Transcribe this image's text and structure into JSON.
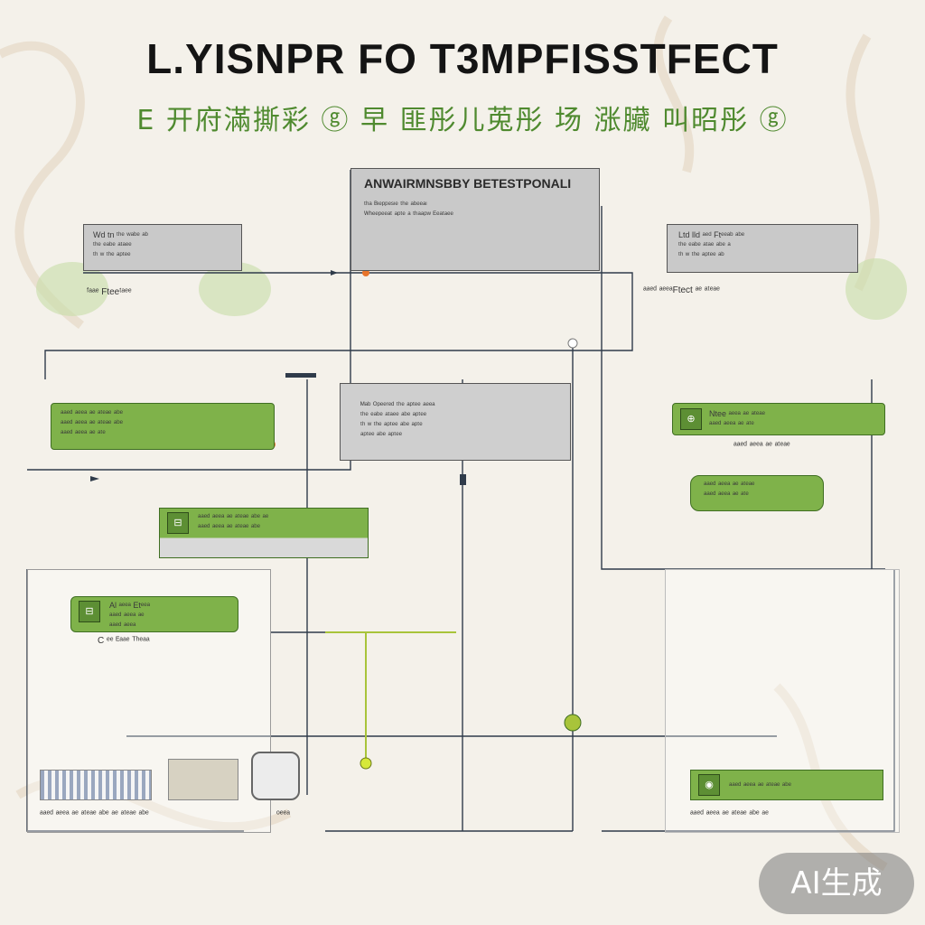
{
  "title": "L.YISNPR FO T3MPFISSTFECT",
  "subtitle": "E 开府滿撕彩 ⓖ 早 匪彤儿莵彤 场 涨臟 叫昭彤 ⓖ",
  "top_box": {
    "heading": "ANWAIRMNSBBY BETESTPONALI",
    "lines": [
      "ᵗʰᵃ ᴮᶦᵉᵖᵖᵉˢᶦᵉ  ᵗʰᵉ ᵃᵇᵉᵉᵃᶦ",
      "ᵂʰᵉᵉᵖᵉᵉᵃᵗ ᵃᵖᵗᵉ ᵃ ᵗʰᵃᵃᵖʷ ᴱᵉᵃᵗᵃᵉᵉ"
    ]
  },
  "left_grey_box": {
    "lines": [
      "Wd tn ᵗʰᵉ ʷᵃᵇᵉ ᵃᵇ",
      "ᵗʰᵉ ᵉᵃᵇᵉ ᵃᵗᵃᵉᵉ",
      "ᵗʰ ʷ ᵗʰᵉ ᵃᵖᵗᵉᵉ"
    ]
  },
  "left_grey_label": "ᶠᵃᵃᵉ Fteeᵗᵃᵉᵉ",
  "right_grey_box": {
    "lines": [
      "Ltd lld ᵃᵉᵈ Ftᵉᵉᵃᵇ ᵃᵇᵉ",
      "ᵗʰᵉ ᵉᵃᵇᵉ ᵃᵗᵃᵉ ᵃᵇᵉ ᵃ",
      "ᵗʰ ʷ ᵗʰᵉ ᵃᵖᵗᵉᵉ ᵃᵇ"
    ]
  },
  "right_grey_label": "ᵃᵃᵉᵈ ᵃᵉᵉᵃFtect ᵃᵉ ᵃᵗᵉᵃᵉ",
  "center_box": {
    "lines": [
      "ᴹᵃᵇ ᴼᵖᵉᵉʳᵉᵈ ᵗʰᵉ ᵃᵖᵗᵉᵉ ᵃᵉᵉᵃ",
      "ᵗʰᵉ ᵉᵃᵇᵉ ᵃᵗᵃᵉᵉ ᵃᵇᵉ ᵃᵖᵗᵉᵉ",
      "ᵗʰ ʷ ᵗʰᵉ ᵃᵖᵗᵉᵉ ᵃᵇᵉ ᵃᵖᵗᵉ",
      "ᵃᵖᵗᵉᵉ ᵃᵇᵉ ᵃᵖᵗᵉᵉ"
    ]
  },
  "green_left_1": {
    "lines": [
      "ᵃᵃᵉᵈ ᵃᵉᵉᵃ ᵃᵉ ᵃᵗᵉᵃᵉ ᵃᵇᵉ",
      "ᵃᵃᵉᵈ ᵃᵉᵉᵃ ᵃᵉ ᵃᵗᵉᵃᵉ ᵃᵇᵉ",
      "ᵃᵃᵉᵈ ᵃᵉᵉᵃ ᵃᵉ ᵃᵗᵉ"
    ]
  },
  "green_right_1": {
    "icon": "⊕",
    "lines": [
      "Ntee ᵃᵉᵉᵃ ᵃᵉ ᵃᵗᵉᵃᵉ",
      "ᵃᵃᵉᵈ ᵃᵉᵉᵃ ᵃᵉ ᵃᵗᵉ"
    ]
  },
  "right_below_label": "ᵃᵃᵉᵈ ᵃᵉᵉᵃ ᵃᵉ ᵃᵗᵉᵃᵉ",
  "green_right_2": {
    "lines": [
      "ᵃᵃᵉᵈ ᵃᵉᵉᵃ ᵃᵉ ᵃᵗᵉᵃᵉ",
      "ᵃᵃᵉᵈ ᵃᵉᵉᵃ ᵃᵉ ᵃᵗᵉ"
    ]
  },
  "green_mid_bar": {
    "icon": "⊟",
    "lines": [
      "ᵃᵃᵉᵈ ᵃᵉᵉᵃ ᵃᵉ ᵃᵗᵉᵃᵉ ᵃᵇᵉ ᵃᵉ",
      "ᵃᵃᵉᵈ ᵃᵉᵉᵃ ᵃᵉ ᵃᵗᵉᵃᵉ ᵃᵇᵉ"
    ]
  },
  "green_left_2": {
    "icon": "⊟",
    "lines": [
      "Al ᵃᵉᵉᵃ Etᵉᵉᵃ",
      "ᵃᵃᵉᵈ ᵃᵉᵉᵃ ᵃᵉ",
      "ᵃᵃᵉᵈ ᵃᵉᵉᵃ"
    ]
  },
  "left_small_label": "C ᵉᵉ ᴱᵃᵃᵉ ᵀʰᵉᵃᵃ",
  "bottom_left_label": "ᵃᵃᵉᵈ ᵃᵉᵉᵃ ᵃᵉ ᵃᵗᵉᵃᵉ ᵃᵇᵉ ᵃᵉ ᵃᵗᵉᵃᵉ ᵃᵇᵉ",
  "bottom_center_label": "ᵒᵉᵉᵃ",
  "green_bottom_right": {
    "icon": "◉",
    "lines": [
      "ᵃᵃᵉᵈ ᵃᵉᵉᵃ ᵃᵉ ᵃᵗᵉᵃᵉ ᵃᵇᵉ"
    ]
  },
  "bottom_right_label": "ᵃᵃᵉᵈ ᵃᵉᵉᵃ ᵃᵉ ᵃᵗᵉᵃᵉ ᵃᵇᵉ ᵃᵉ",
  "watermark": "AI生成",
  "colors": {
    "green": "#7fb24a",
    "dark_green": "#3f6e22",
    "grey": "#c9c9c9",
    "accent_orange": "#e8742a",
    "background": "#f4f1ea"
  }
}
